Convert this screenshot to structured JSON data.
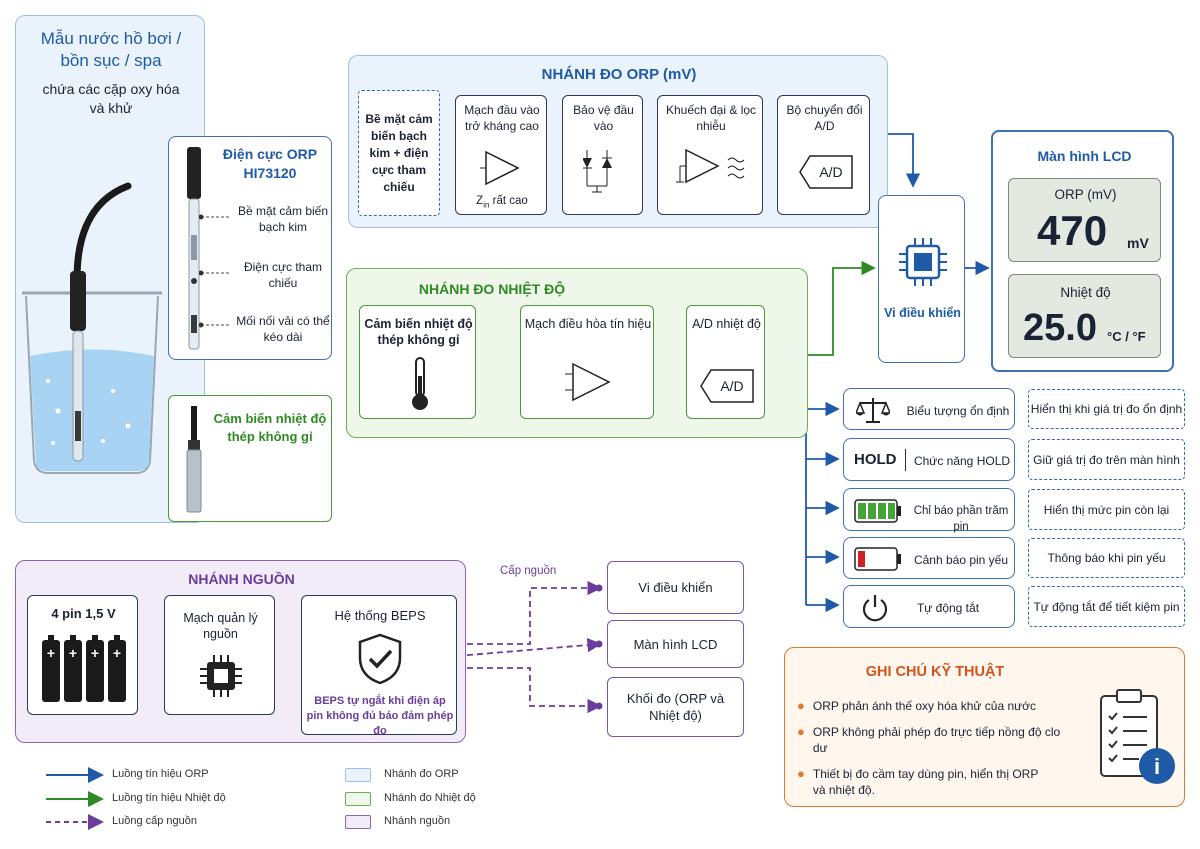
{
  "sample": {
    "title": "Mẫu nước hồ bơi / bồn sục / spa",
    "subtitle": "chứa các cặp oxy hóa và khử"
  },
  "electrode": {
    "title": "Điện cực ORP HI73120",
    "parts": [
      "Bề mặt cảm biến bạch kim",
      "Điện cực tham chiếu",
      "Mối nối vải có thể kéo dài"
    ]
  },
  "temp_sensor_probe": {
    "title": "Cảm biến nhiệt độ thép không gỉ"
  },
  "orp_branch": {
    "title": "NHÁNH ĐO ORP (mV)",
    "blocks": [
      "Bề mặt cảm biến bạch kim + điện cực tham chiếu",
      "Mạch đầu vào trở kháng cao",
      "Bảo vệ đầu vào",
      "Khuếch đại & lọc nhiễu",
      "Bộ chuyển đổi A/D"
    ],
    "zin_label": "rất cao",
    "ad_label": "A/D"
  },
  "temp_branch": {
    "title": "NHÁNH ĐO NHIỆT ĐỘ",
    "blocks": [
      "Cảm biến nhiệt độ thép không gỉ",
      "Mạch điều hòa tín hiệu",
      "A/D nhiệt độ"
    ],
    "ad_label": "A/D"
  },
  "mcu": {
    "label": "Vi điều khiển"
  },
  "lcd": {
    "title": "Màn hình LCD",
    "orp_label": "ORP (mV)",
    "orp_value": "470",
    "orp_unit": "mV",
    "temp_label": "Nhiệt độ",
    "temp_value": "25.0",
    "temp_unit": "°C / °F"
  },
  "features": [
    {
      "icon": "scale-icon",
      "label": "Biểu tượng ổn định",
      "desc": "Hiển thị khi giá trị đo ổn định"
    },
    {
      "icon": "hold-icon",
      "hold_text": "HOLD",
      "label": "Chức năng HOLD",
      "desc": "Giữ giá trị đo trên màn hình"
    },
    {
      "icon": "battery-full-icon",
      "label": "Chỉ báo phần trăm pin",
      "desc": "Hiển thị mức pin còn lại"
    },
    {
      "icon": "battery-low-icon",
      "label": "Cảnh báo pin yếu",
      "desc": "Thông báo khi pin yếu"
    },
    {
      "icon": "power-icon",
      "label": "Tự động tắt",
      "desc": "Tự động tắt để tiết kiệm pin"
    }
  ],
  "power_branch": {
    "title": "NHÁNH NGUỒN",
    "batteries": "4 pin 1,5 V",
    "pmic": "Mạch quản lý nguồn",
    "beps_title": "Hệ thống BEPS",
    "beps_note": "BEPS tự ngắt khi điện áp pin không đủ bảo đảm phép đo",
    "supply_label": "Cấp nguồn",
    "targets": [
      "Vi điều khiển",
      "Màn hình LCD",
      "Khối đo (ORP và Nhiệt độ)"
    ]
  },
  "notes": {
    "title": "GHI CHÚ KỸ THUẬT",
    "items": [
      "ORP phản ánh thế oxy hóa khử của nước",
      "ORP không phải phép đo trực tiếp nồng độ clo dư",
      "Thiết bị đo cầm tay dùng pin, hiển thị ORP và nhiệt độ."
    ]
  },
  "legend": {
    "lines": [
      "Luồng tín hiệu ORP",
      "Luồng tín hiệu Nhiệt độ",
      "Luồng cấp nguồn"
    ],
    "areas": [
      "Nhánh đo ORP",
      "Nhánh đo Nhiệt độ",
      "Nhánh nguồn"
    ]
  },
  "colors": {
    "orp": "#1f5aa6",
    "temp": "#2e8a24",
    "power": "#6a3d9b",
    "notes": "#e07a2c"
  }
}
